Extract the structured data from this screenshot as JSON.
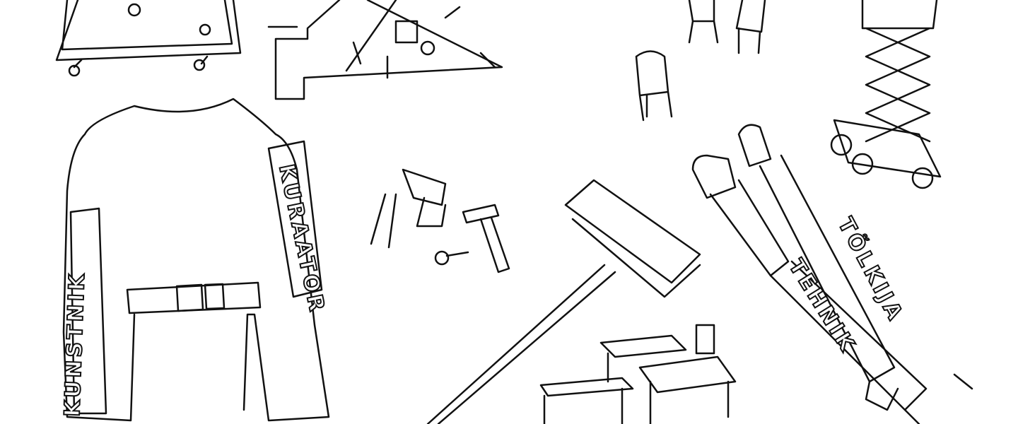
{
  "illustration": {
    "sleeve_left_text": "KUNSTNIK",
    "sleeve_right_text": "KURAATOR",
    "strap_left_text": "TEHNIK",
    "strap_right_text": "TÕLKIJA"
  }
}
